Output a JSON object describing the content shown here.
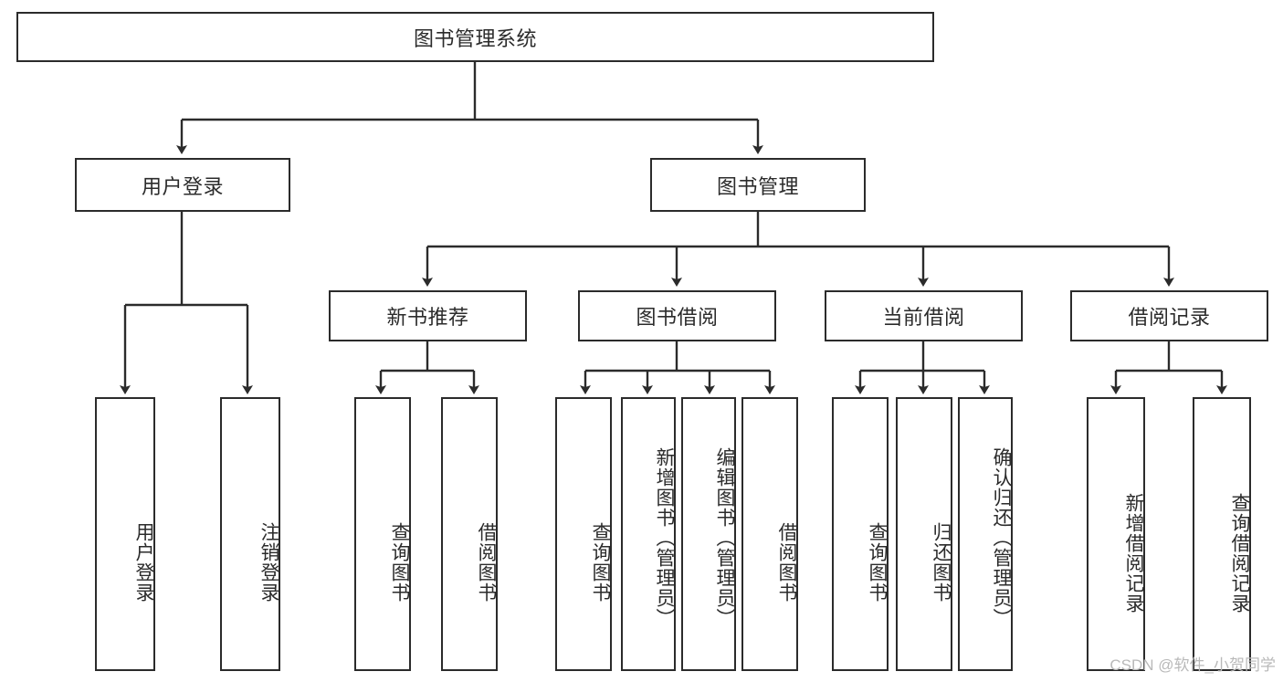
{
  "diagram": {
    "type": "tree",
    "root": {
      "label": "图书管理系统"
    },
    "level1": [
      {
        "label": "用户登录"
      },
      {
        "label": "图书管理"
      }
    ],
    "level2": [
      {
        "label": "新书推荐"
      },
      {
        "label": "图书借阅"
      },
      {
        "label": "当前借阅"
      },
      {
        "label": "借阅记录"
      }
    ],
    "leaves": {
      "user_login": [
        {
          "label": "用户登录"
        },
        {
          "label": "注销登录"
        }
      ],
      "new_book_recommend": [
        {
          "label": "查询图书"
        },
        {
          "label": "借阅图书"
        }
      ],
      "book_borrow": [
        {
          "label": "查询图书"
        },
        {
          "label": "新增图书（管理员）"
        },
        {
          "label": "编辑图书（管理员）"
        },
        {
          "label": "借阅图书"
        }
      ],
      "current_borrow": [
        {
          "label": "查询图书"
        },
        {
          "label": "归还图书"
        },
        {
          "label": "确认归还（管理员）"
        }
      ],
      "borrow_record": [
        {
          "label": "新增借阅记录"
        },
        {
          "label": "查询借阅记录"
        }
      ]
    }
  },
  "watermark": {
    "text": "CSDN @软件_小贺同学"
  },
  "colors": {
    "stroke": "#2b2b2b",
    "background": "#ffffff",
    "text": "#2b2b2b",
    "watermark": "#b9b9b9"
  }
}
